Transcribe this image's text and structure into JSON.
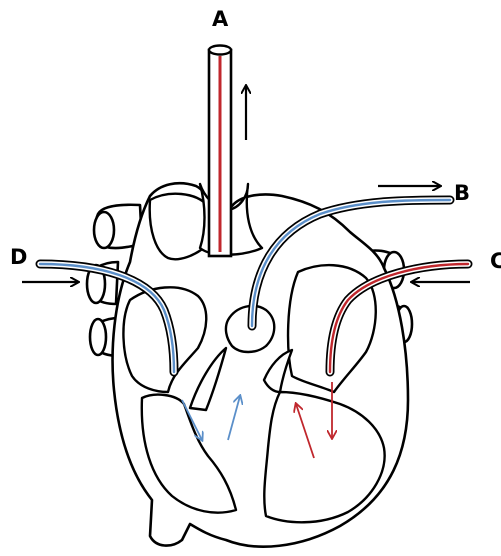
{
  "labels": {
    "a": "A",
    "b": "B",
    "c": "C",
    "d": "D"
  },
  "colors": {
    "oxygenated": "#c0272d",
    "deoxygenated": "#5b8fc9",
    "outline": "#000000"
  }
}
